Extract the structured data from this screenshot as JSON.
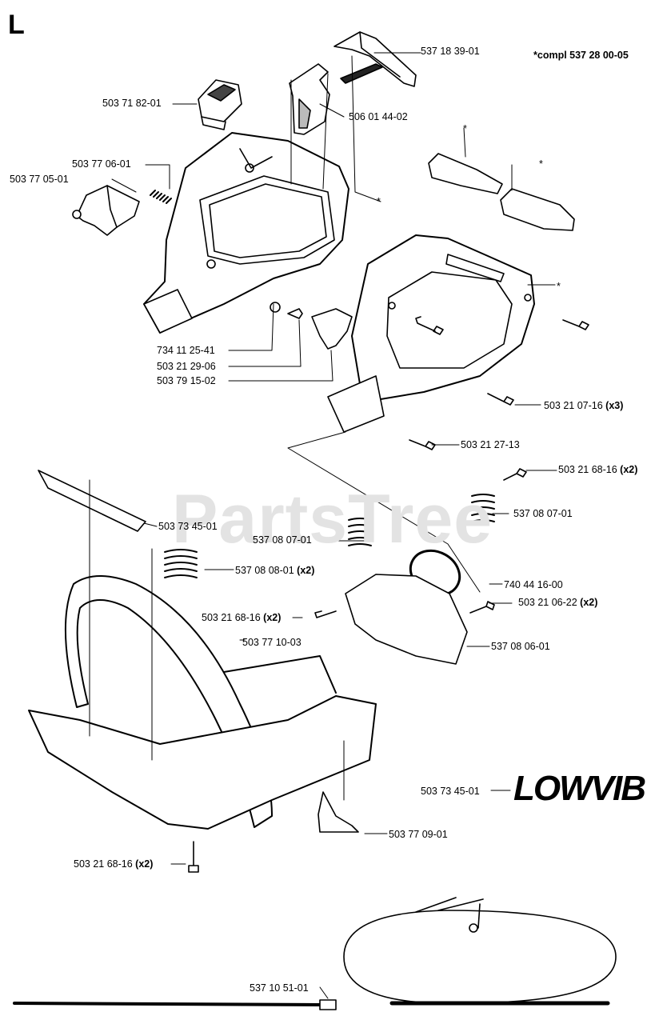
{
  "section_letter": "L",
  "compl_label": "*compl 537 28 00-05",
  "watermark": "PartsTree",
  "logo_text": "LOWVIB",
  "labels": {
    "p1": "537 18 39-01",
    "p2": "503 71 82-01",
    "p3": "506 01 44-02",
    "p4": "503 77 06-01",
    "p5": "503 77 05-01",
    "p6": "734 11 25-41",
    "p7": "503 21 29-06",
    "p8": "503 79 15-02",
    "p9": "503 21 07-16",
    "p9q": "(x3)",
    "p10": "503  21 27-13",
    "p11": "503 21 68-16",
    "p11q": "(x2)",
    "p12": "537 08 07-01",
    "p13": "503 73 45-01",
    "p14": "537 08 07-01",
    "p15": "537 08 08-01",
    "p15q": "(x2)",
    "p16": "740 44 16-00",
    "p17": "503 21 68-16",
    "p17q": "(x2)",
    "p18": "503 21 06-22",
    "p18q": "(x2)",
    "p19": "503 77 10-03",
    "p20": "537 08 06-01",
    "p21": "503 73 45-01",
    "p22": "503 77 09-01",
    "p23": "503 21 68-16",
    "p23q": "(x2)",
    "p24": "537 10 51-01",
    "star": "*"
  }
}
